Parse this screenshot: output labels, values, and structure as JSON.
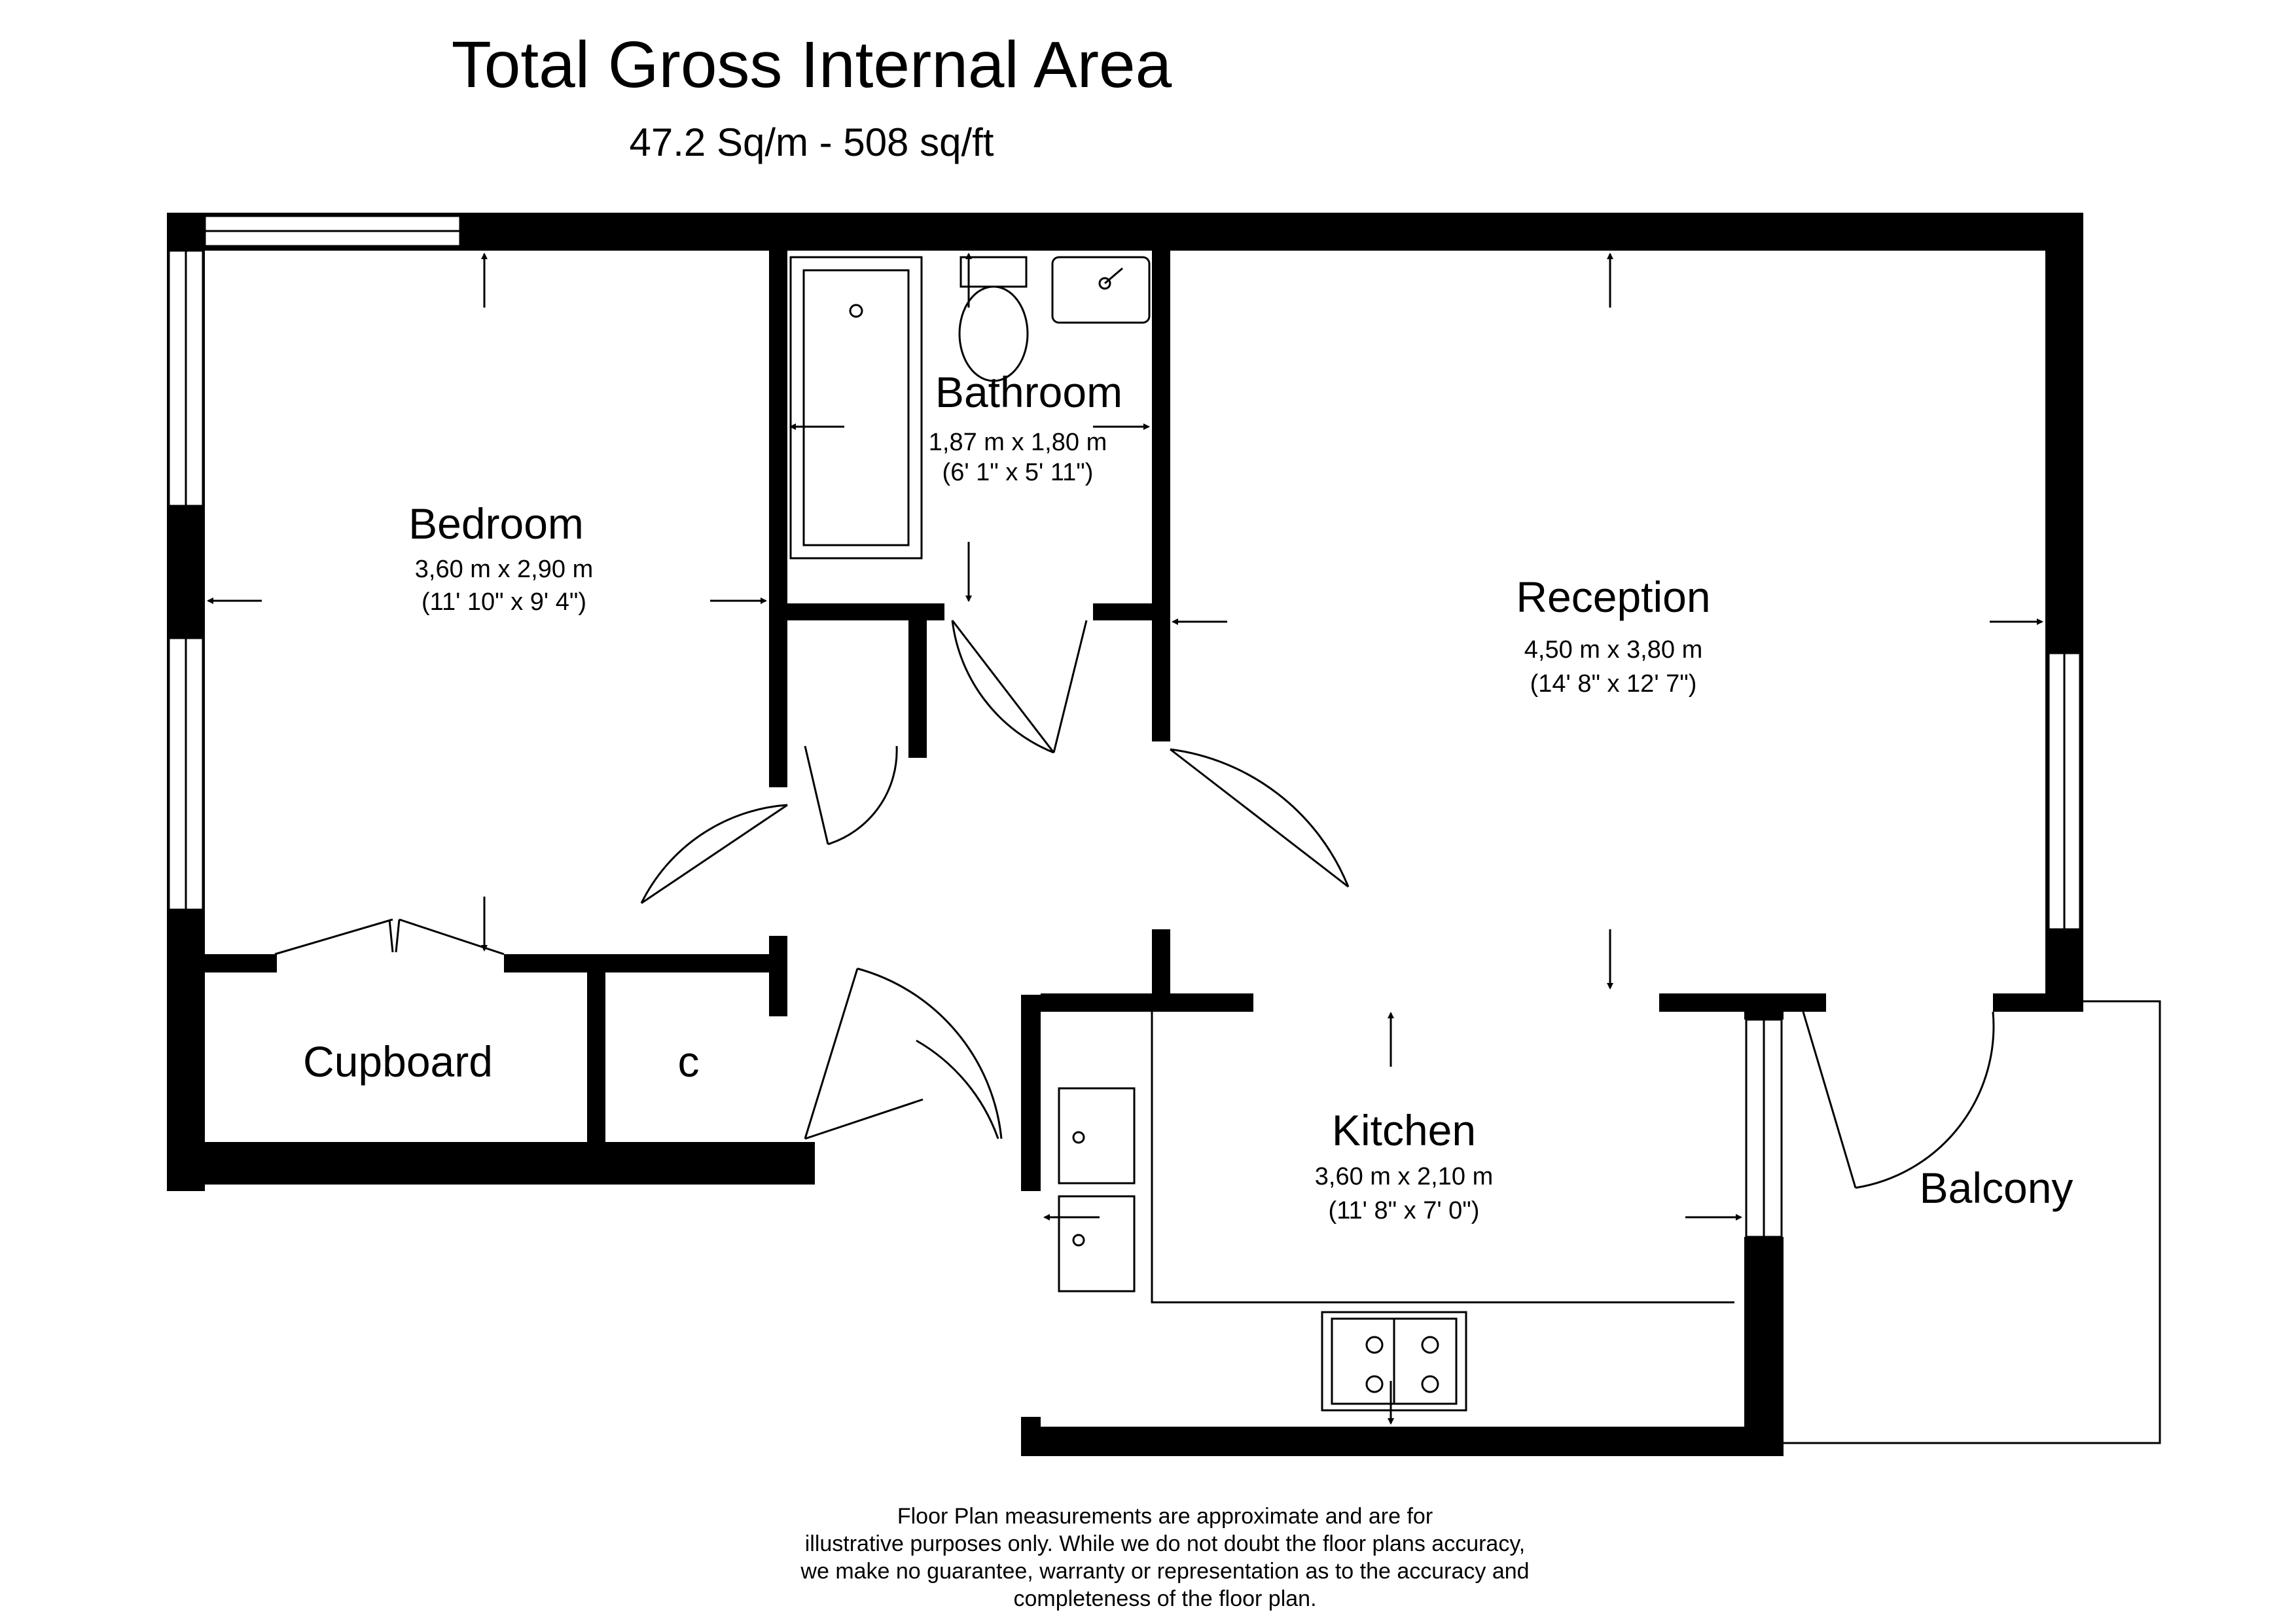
{
  "header": {
    "title": "Total Gross Internal Area",
    "area": "47.2 Sq/m - 508 sq/ft"
  },
  "rooms": {
    "bedroom": {
      "name": "Bedroom",
      "metric": "3,60 m x 2,90 m",
      "imperial": "(11' 10\" x 9' 4\")"
    },
    "bathroom": {
      "name": "Bathroom",
      "metric": "1,87 m x 1,80 m",
      "imperial": "(6' 1\" x 5' 11\")"
    },
    "reception": {
      "name": "Reception",
      "metric": "4,50 m x 3,80 m",
      "imperial": "(14' 8\" x 12' 7\")"
    },
    "kitchen": {
      "name": "Kitchen",
      "metric": "3,60 m x 2,10 m",
      "imperial": "(11' 8\" x 7' 0\")"
    },
    "cupboard": {
      "name": "Cupboard"
    },
    "closet": {
      "name": "c"
    },
    "balcony": {
      "name": "Balcony"
    }
  },
  "disclaimer": [
    "Floor Plan measurements are approximate and are for",
    "illustrative purposes only.  While we do not doubt the floor plans accuracy,",
    "we make no guarantee, warranty or representation as to the accuracy and",
    "completeness of the floor plan."
  ]
}
